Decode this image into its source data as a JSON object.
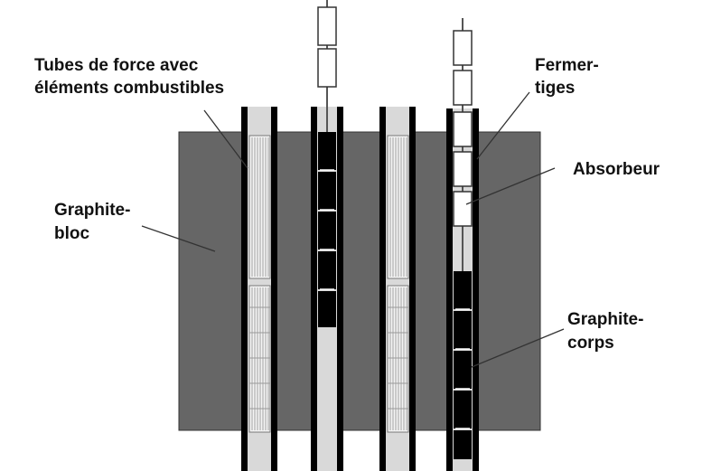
{
  "labels": {
    "fuel_tubes_line1": "Tubes de force avec",
    "fuel_tubes_line2": "éléments combustibles",
    "graphite_block_line1": "Graphite-",
    "graphite_block_line2": "bloc",
    "control_rods_line1": "Fermer-",
    "control_rods_line2": "tiges",
    "absorber": "Absorbeur",
    "graphite_body_line1": "Graphite-",
    "graphite_body_line2": "corps"
  },
  "colors": {
    "graphite_block": "#666666",
    "channel_fill": "#d9d9d9",
    "channel_wall": "#000000",
    "graphite_body": "#000000",
    "absorber_segment": "#ffffff"
  }
}
